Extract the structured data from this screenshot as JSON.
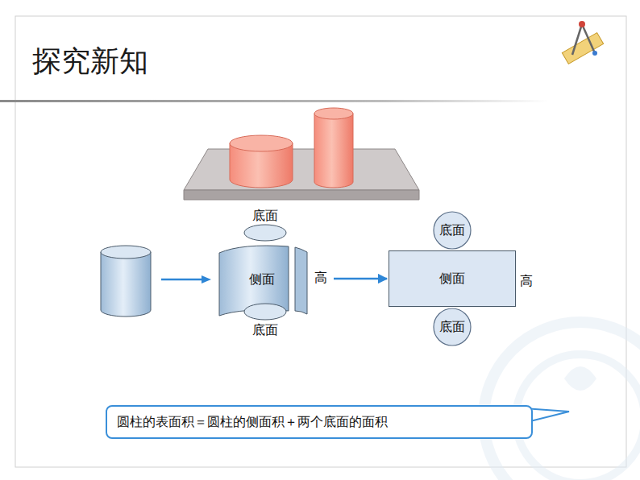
{
  "diagram": {
    "title": "探究新知",
    "nodes": [
      {
        "text": [
          "底面",
          "侧面",
          "高",
          "底面"
        ]
      },
      {
        "text": [
          "底面"
        ]
      },
      {
        "text": [
          "侧面",
          "高"
        ]
      },
      {
        "text": [
          "底面"
        ]
      },
      {
        "text": [
          "圆柱的表面积＝圆柱的侧面积＋两个底面的面积"
        ]
      }
    ],
    "edges": [
      {
        "from": 0,
        "to": 2,
        "arrow": "to"
      }
    ]
  }
}
